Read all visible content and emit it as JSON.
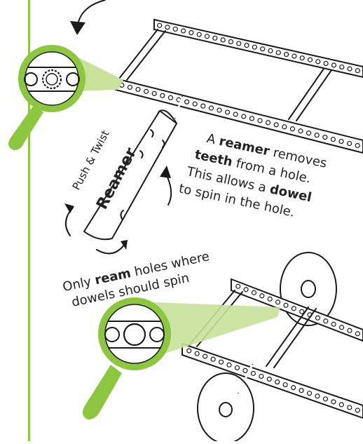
{
  "colors": {
    "accent": "#8dc63f",
    "highlight": "#c8e29a",
    "ink": "#1a1a1a"
  },
  "labels": {
    "push_twist": "Push & Twist",
    "reamer_tool": "Reamer",
    "explain_1_a": "A ",
    "explain_1_b": "reamer",
    "explain_1_c": " removes",
    "explain_2_a": "teeth",
    "explain_2_b": " from a hole.",
    "explain_3": "This allows a ",
    "explain_3_b": "dowel",
    "explain_4": "to spin in the hole.",
    "only_a": "Only ",
    "only_b": "ream",
    "only_c": " holes where",
    "only_2": "dowels should spin"
  },
  "icons": {
    "top_magnifier": "magnifier-icon",
    "bottom_magnifier": "magnifier-icon",
    "arrow": "curved-arrow-icon",
    "wheel": "wheel-icon"
  }
}
